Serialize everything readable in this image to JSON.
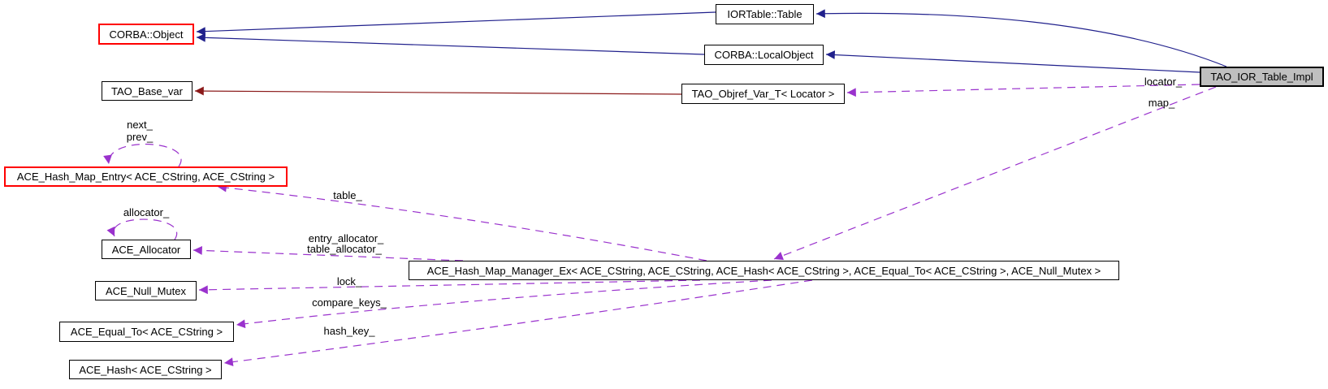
{
  "diagram": {
    "kind": "doxygen-collaboration-diagram",
    "highlighted_node": "TAO_IOR_Table_Impl",
    "nodes": {
      "ior_table": {
        "label": "IORTable::Table"
      },
      "corba_object": {
        "label": "CORBA::Object"
      },
      "corba_local_object": {
        "label": "CORBA::LocalObject"
      },
      "tao_base_var": {
        "label": "TAO_Base_var"
      },
      "tao_objref_var": {
        "label": "TAO_Objref_Var_T< Locator >"
      },
      "impl": {
        "label": "TAO_IOR_Table_Impl"
      },
      "hash_map_entry": {
        "label": "ACE_Hash_Map_Entry< ACE_CString, ACE_CString >"
      },
      "allocator": {
        "label": "ACE_Allocator"
      },
      "null_mutex": {
        "label": "ACE_Null_Mutex"
      },
      "equal_to": {
        "label": "ACE_Equal_To< ACE_CString >"
      },
      "hash": {
        "label": "ACE_Hash< ACE_CString >"
      },
      "manager": {
        "label": "ACE_Hash_Map_Manager_Ex< ACE_CString, ACE_CString, ACE_Hash< ACE_CString >, ACE_Equal_To< ACE_CString >, ACE_Null_Mutex >"
      }
    },
    "edge_labels": {
      "locator": "locator_",
      "map": "map_",
      "table": "table_",
      "next": "next_",
      "prev": "prev_",
      "allocator": "allocator_",
      "entry_allocator": "entry_allocator_",
      "table_allocator": "table_allocator_",
      "lock": "lock_",
      "compare_keys": "compare_keys_",
      "hash_key": "hash_key_"
    },
    "colors": {
      "public_inheritance": "#20208c",
      "private_inheritance": "#8b1a1a",
      "usage": "#9a32cd",
      "truncated_node_border": "#ff0000",
      "node_border": "#000000",
      "highlight_fill": "#bfbfbf",
      "node_fill": "#ffffff",
      "text": "#000000"
    }
  }
}
